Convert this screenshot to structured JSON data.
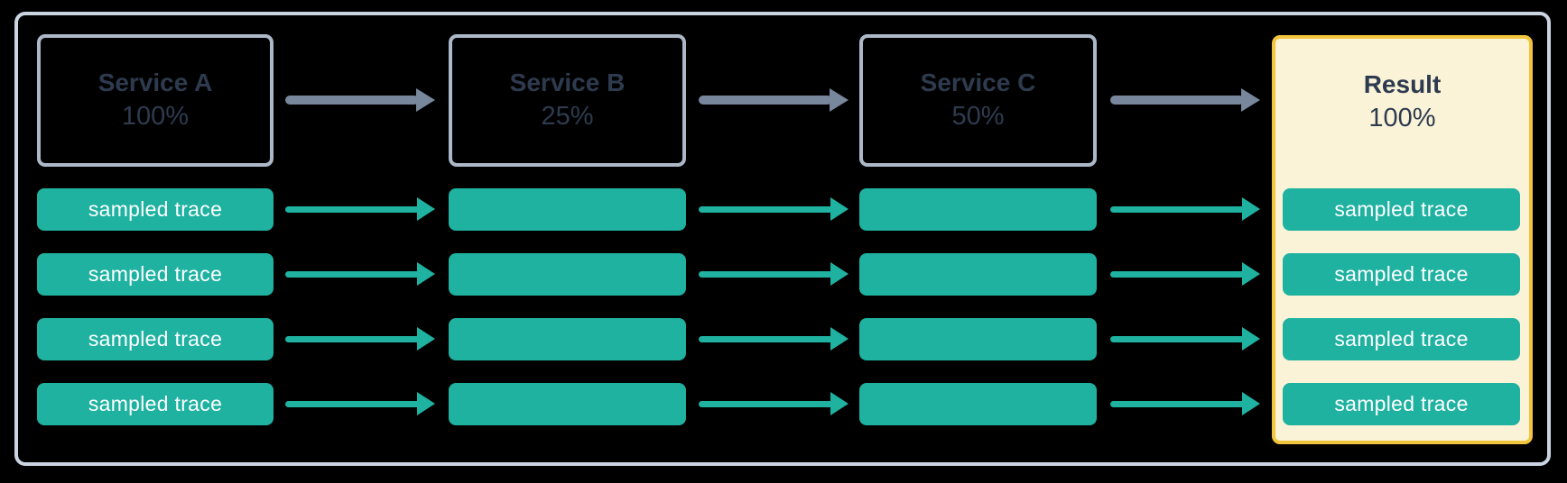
{
  "diagram": {
    "kind": "trace-sampling-flow",
    "trace_label": "sampled trace",
    "row_count": 4
  },
  "columns": [
    {
      "name": "service-a",
      "title": "Service A",
      "percentage": "100%",
      "highlighted": false,
      "traces": [
        "sampled trace",
        "sampled trace",
        "sampled trace",
        "sampled trace"
      ]
    },
    {
      "name": "service-b",
      "title": "Service B",
      "percentage": "25%",
      "highlighted": false,
      "traces": [
        "",
        "",
        "",
        ""
      ]
    },
    {
      "name": "service-c",
      "title": "Service C",
      "percentage": "50%",
      "highlighted": false,
      "traces": [
        "",
        "",
        "",
        ""
      ]
    },
    {
      "name": "result",
      "title": "Result",
      "percentage": "100%",
      "highlighted": true,
      "traces": [
        "sampled trace",
        "sampled trace",
        "sampled trace",
        "sampled trace"
      ]
    }
  ],
  "colors": {
    "background": "#000000",
    "frame_border": "#CBD5E1",
    "service_box_border": "#ACB8C8",
    "service_text": "#2E3B4E",
    "service_arrow": "#78879B",
    "trace_fill": "#1FB2A1",
    "trace_arrow": "#1FB2A1",
    "trace_text": "#FFFFFF",
    "result_fill": "#FAF3D8",
    "result_border": "#F2C53F"
  }
}
